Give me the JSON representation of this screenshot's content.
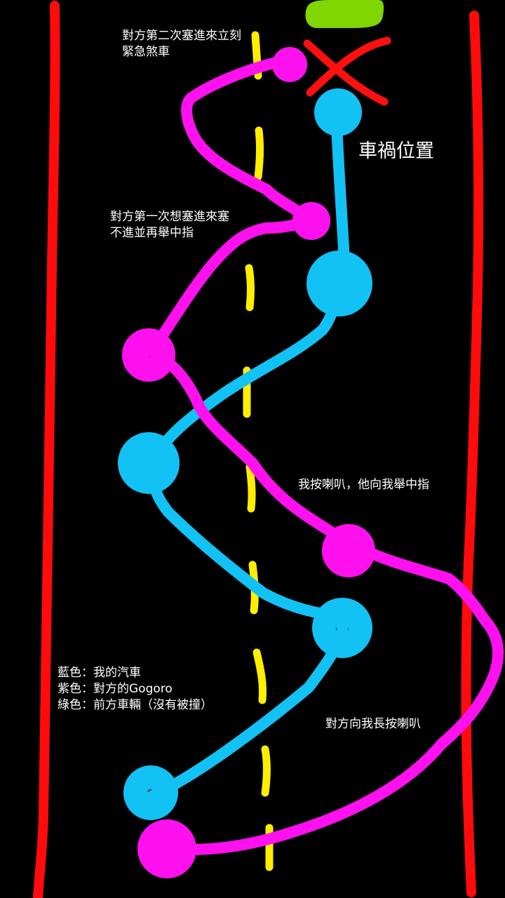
{
  "colors": {
    "background": "#000000",
    "road_edge": "#ff0b0b",
    "center_line": "#ffee00",
    "my_car": "#12c2f5",
    "gogoro": "#ff10ee",
    "front_vehicle": "#7fd600",
    "crash_mark": "#ff1010",
    "text": "#ffffff"
  },
  "annotations": {
    "second_cut_in": "對方第二次塞進來立刻\n緊急煞車",
    "crash_location": "車禍位置",
    "first_cut_in": "對方第一次想塞進來塞\n不進並再舉中指",
    "honk_middle_finger": "我按喇叭，他向我舉中指",
    "long_honk": "對方向我長按喇叭"
  },
  "legend": {
    "blue": "藍色：我的汽車",
    "purple": "紫色：對方的Gogoro",
    "green": "綠色：前方車輛（沒有被撞）"
  },
  "icons": {
    "crash": "red-x-mark"
  }
}
